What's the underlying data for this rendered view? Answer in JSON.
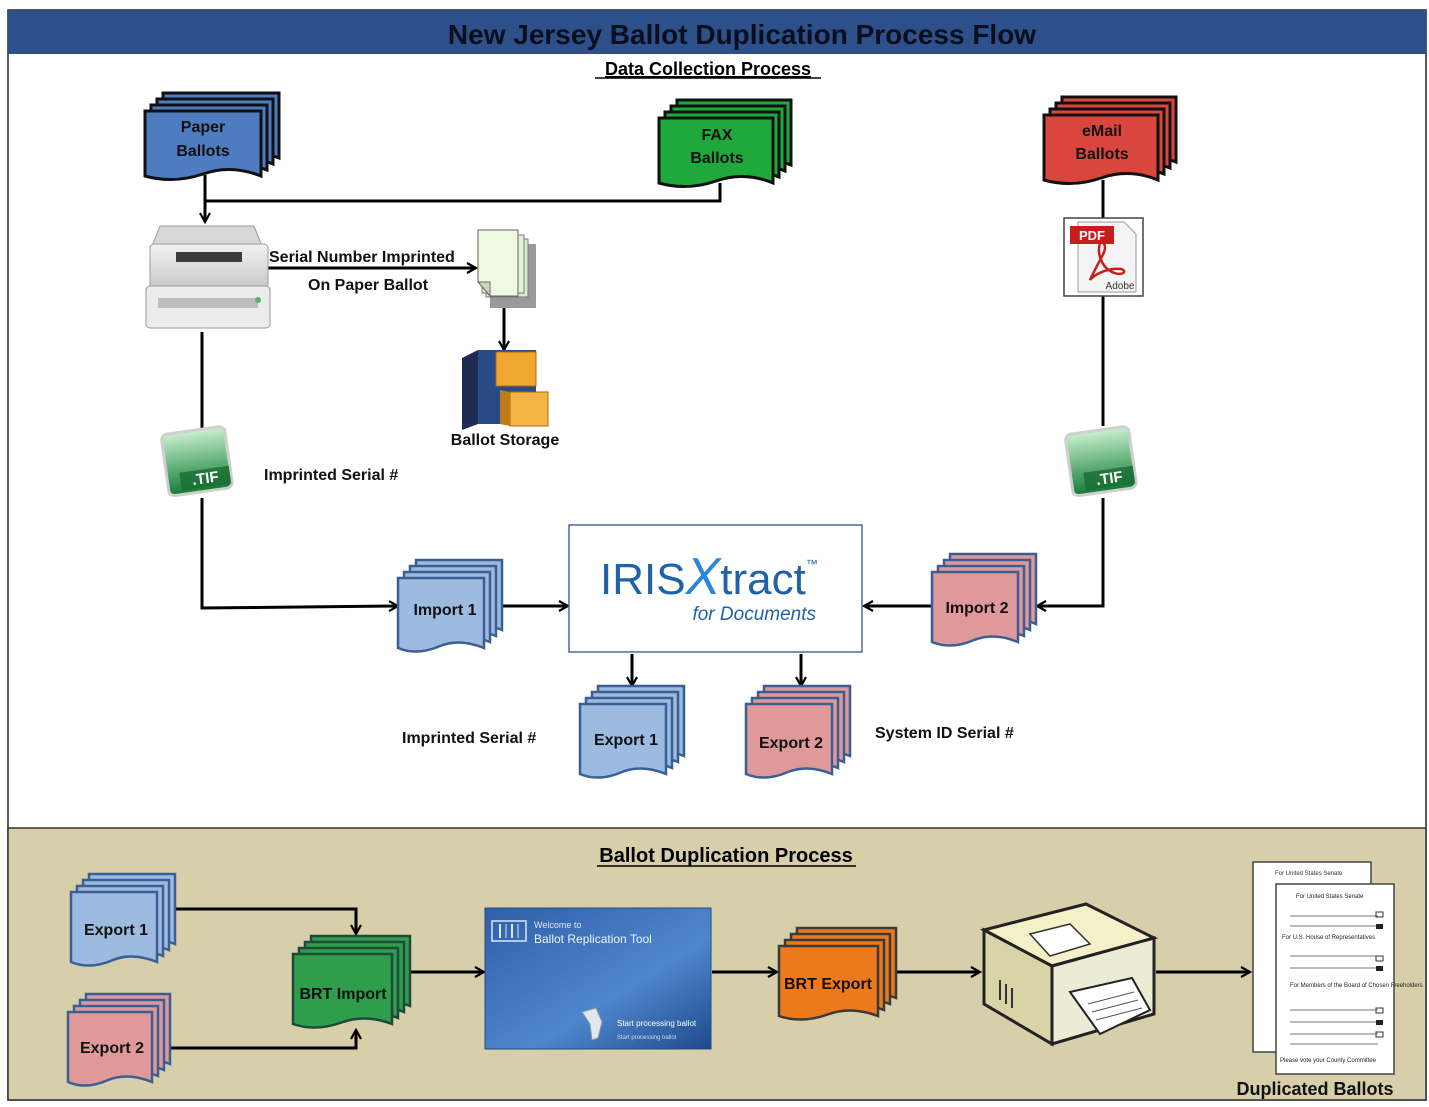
{
  "title": "New Jersey Ballot Duplication Process Flow",
  "sections": {
    "collection": "Data Collection Process",
    "duplication": "Ballot Duplication Process"
  },
  "sources": {
    "paper": [
      "Paper",
      "Ballots"
    ],
    "fax": [
      "FAX",
      "Ballots"
    ],
    "email": [
      "eMail",
      "Ballots"
    ]
  },
  "labels": {
    "serial_imprinted_1": "Serial Number Imprinted",
    "serial_imprinted_2": "On Paper Ballot",
    "ballot_storage": "Ballot Storage",
    "imprinted_serial_top": "Imprinted Serial #",
    "imprinted_serial_bottom": "Imprinted Serial #",
    "system_id_serial": "System ID Serial #",
    "duplicated_ballots": "Duplicated Ballots"
  },
  "files": {
    "pdf_tag": "PDF",
    "adobe": "Adobe",
    "tif": ".TIF"
  },
  "iris": {
    "brand_a": "IRIS",
    "brand_x": "X",
    "brand_b": "tract",
    "tm": "™",
    "sub": "for Documents"
  },
  "docs": {
    "import1": "Import 1",
    "import2": "Import 2",
    "export1": "Export 1",
    "export2": "Export 2",
    "brt_import": "BRT Import",
    "brt_export": "BRT Export"
  },
  "brt_tool": {
    "welcome": "Welcome to",
    "name": "Ballot Replication Tool",
    "start": "Start processing ballot",
    "start_sub": "Start processing ballot"
  },
  "ballot_sheet": {
    "senate": "For United States Senate",
    "house": "For U.S. House of Representatives",
    "board": "For Members of the Board of Chosen Freeholders",
    "footer": "Please vote your County Committee"
  },
  "colors": {
    "header": "#2d4f8a",
    "paper_blue": "#4f7bc0",
    "fax_green": "#1fa83c",
    "email_red": "#d9463e",
    "light_blue": "#9dbbe0",
    "pink": "#e0999a",
    "dark_green": "#2e9e4c",
    "orange": "#ec7a1c",
    "tan_panel": "#d7ceaa"
  }
}
